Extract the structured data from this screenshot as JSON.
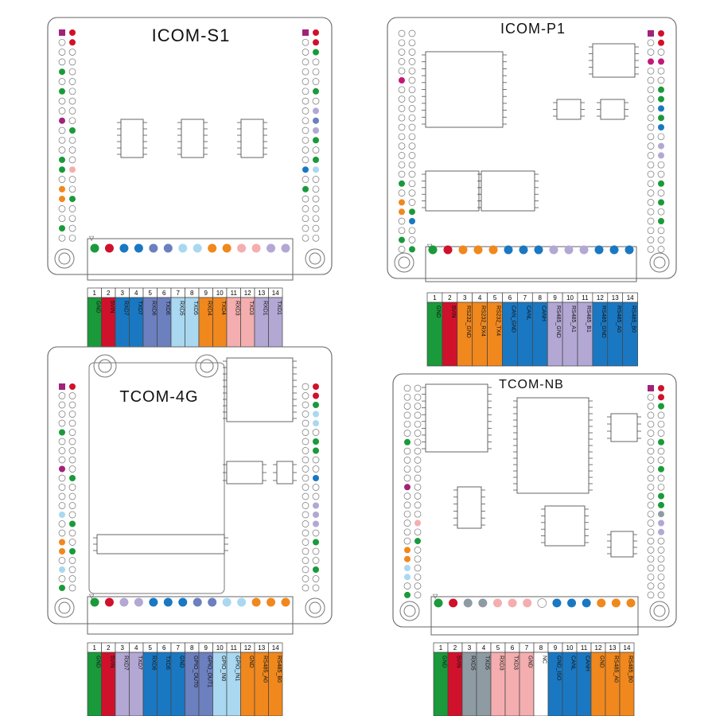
{
  "colors": {
    "dark_green": "#1a9a3a",
    "red": "#d0112b",
    "blue": "#1a78c2",
    "slate": "#6c7fbf",
    "light_blue": "#a9d8f0",
    "orange": "#f0881e",
    "pink": "#f4aeb0",
    "lavender": "#b3a7d4",
    "gray": "#8f9ba3",
    "white": "#ffffff",
    "purple": "#a0237a",
    "magenta": "#c2187a"
  },
  "boards": [
    {
      "title": "ICOM-S1",
      "pins": [
        {
          "num": "1",
          "label": "GND",
          "color": "dark_green"
        },
        {
          "num": "2",
          "label": "5VIN",
          "color": "red"
        },
        {
          "num": "3",
          "label": "RXD7",
          "color": "blue"
        },
        {
          "num": "4",
          "label": "TXD7",
          "color": "blue"
        },
        {
          "num": "5",
          "label": "RXD6",
          "color": "slate"
        },
        {
          "num": "6",
          "label": "TXD6",
          "color": "slate"
        },
        {
          "num": "7",
          "label": "RXD5",
          "color": "light_blue"
        },
        {
          "num": "8",
          "label": "TXD5",
          "color": "light_blue"
        },
        {
          "num": "9",
          "label": "RXD4",
          "color": "orange"
        },
        {
          "num": "10",
          "label": "TXD4",
          "color": "orange"
        },
        {
          "num": "11",
          "label": "RXD3",
          "color": "pink"
        },
        {
          "num": "12",
          "label": "TXD3",
          "color": "pink"
        },
        {
          "num": "13",
          "label": "RXD1",
          "color": "lavender"
        },
        {
          "num": "14",
          "label": "TXD1",
          "color": "lavender"
        }
      ]
    },
    {
      "title": "ICOM-P1",
      "pins": [
        {
          "num": "1",
          "label": "GND",
          "color": "dark_green"
        },
        {
          "num": "2",
          "label": "5VIN",
          "color": "red"
        },
        {
          "num": "3",
          "label": "RS232_GND",
          "color": "orange"
        },
        {
          "num": "4",
          "label": "RS232_RX4",
          "color": "orange"
        },
        {
          "num": "5",
          "label": "RS232_TX4",
          "color": "orange"
        },
        {
          "num": "6",
          "label": "CAN_GND",
          "color": "blue"
        },
        {
          "num": "7",
          "label": "CANL",
          "color": "blue"
        },
        {
          "num": "8",
          "label": "CANH",
          "color": "blue"
        },
        {
          "num": "9",
          "label": "RS485_GND",
          "color": "lavender"
        },
        {
          "num": "10",
          "label": "RS485_A1",
          "color": "lavender"
        },
        {
          "num": "11",
          "label": "RS485_B1",
          "color": "lavender"
        },
        {
          "num": "12",
          "label": "RS485_GND",
          "color": "blue"
        },
        {
          "num": "13",
          "label": "RS485_A0",
          "color": "blue"
        },
        {
          "num": "14",
          "label": "RS485_B0",
          "color": "blue"
        }
      ]
    },
    {
      "title": "TCOM-4G",
      "pins": [
        {
          "num": "1",
          "label": "GND",
          "color": "dark_green"
        },
        {
          "num": "2",
          "label": "5VIN",
          "color": "red"
        },
        {
          "num": "3",
          "label": "RXD7",
          "color": "lavender"
        },
        {
          "num": "4",
          "label": "TXD7",
          "color": "lavender"
        },
        {
          "num": "5",
          "label": "RXD6",
          "color": "blue"
        },
        {
          "num": "6",
          "label": "TXD6",
          "color": "blue"
        },
        {
          "num": "7",
          "label": "GND",
          "color": "blue"
        },
        {
          "num": "8",
          "label": "GPIO_OUT0",
          "color": "slate"
        },
        {
          "num": "9",
          "label": "GPIO_OUT1",
          "color": "slate"
        },
        {
          "num": "10",
          "label": "GPIO_IN0",
          "color": "light_blue"
        },
        {
          "num": "11",
          "label": "GPIO_IN1",
          "color": "light_blue"
        },
        {
          "num": "12",
          "label": "GND",
          "color": "orange"
        },
        {
          "num": "13",
          "label": "RS485_A0",
          "color": "orange"
        },
        {
          "num": "14",
          "label": "RS485_B0",
          "color": "orange"
        }
      ]
    },
    {
      "title": "TCOM-NB",
      "pins": [
        {
          "num": "1",
          "label": "GND",
          "color": "dark_green"
        },
        {
          "num": "2",
          "label": "5VIN",
          "color": "red"
        },
        {
          "num": "3",
          "label": "RXD5",
          "color": "gray"
        },
        {
          "num": "4",
          "label": "TXD5",
          "color": "gray"
        },
        {
          "num": "5",
          "label": "RXD3",
          "color": "pink"
        },
        {
          "num": "6",
          "label": "TXD3",
          "color": "pink"
        },
        {
          "num": "7",
          "label": "GND",
          "color": "pink"
        },
        {
          "num": "8",
          "label": "NC",
          "color": "white"
        },
        {
          "num": "9",
          "label": "GND_ISO",
          "color": "blue"
        },
        {
          "num": "10",
          "label": "CANL",
          "color": "blue"
        },
        {
          "num": "11",
          "label": "CANH",
          "color": "blue"
        },
        {
          "num": "12",
          "label": "GND",
          "color": "orange"
        },
        {
          "num": "13",
          "label": "RS485_A0",
          "color": "orange"
        },
        {
          "num": "14",
          "label": "RS485_B0",
          "color": "orange"
        }
      ]
    }
  ]
}
